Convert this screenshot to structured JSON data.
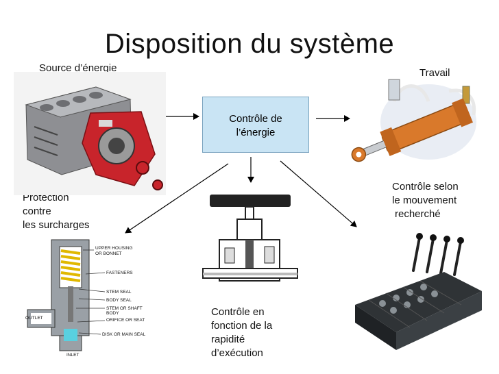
{
  "slide": {
    "title": "Disposition du système",
    "source_label": "Source d’énergie",
    "work_label": "Travail",
    "center_line1": "Contrôle de",
    "center_line2": "l’énergie",
    "protect_line1": "Protection",
    "protect_line2": "contre",
    "protect_line3": "les surcharges",
    "speed_line1": "Contrôle en",
    "speed_line2": "fonction de la",
    "speed_line3": "rapidité",
    "speed_line4": "d’exécution",
    "motion_line1": "Contrôle selon",
    "motion_line2": "le mouvement",
    "motion_line3": "recherché"
  },
  "valve_labels": {
    "upper_housing": "UPPER HOUSING",
    "or_bonnet": "OR BONNET",
    "fasteners": "FASTENERS",
    "stem_seal": "STEM SEAL",
    "body_seal": "BODY SEAL",
    "stem_or_shaft": "STEM OR SHAFT",
    "body": "BODY",
    "orifice": "ORIFICE OR SEAT",
    "disk": "DISK OR MAIN SEAL",
    "outlet": "OUTLET",
    "inlet": "INLET"
  },
  "colors": {
    "center_box_fill": "#c9e4f4",
    "engine_red": "#c8242b",
    "cylinder_orange": "#d9792b",
    "spring_yellow": "#f0d000",
    "arrow": "#000000"
  }
}
